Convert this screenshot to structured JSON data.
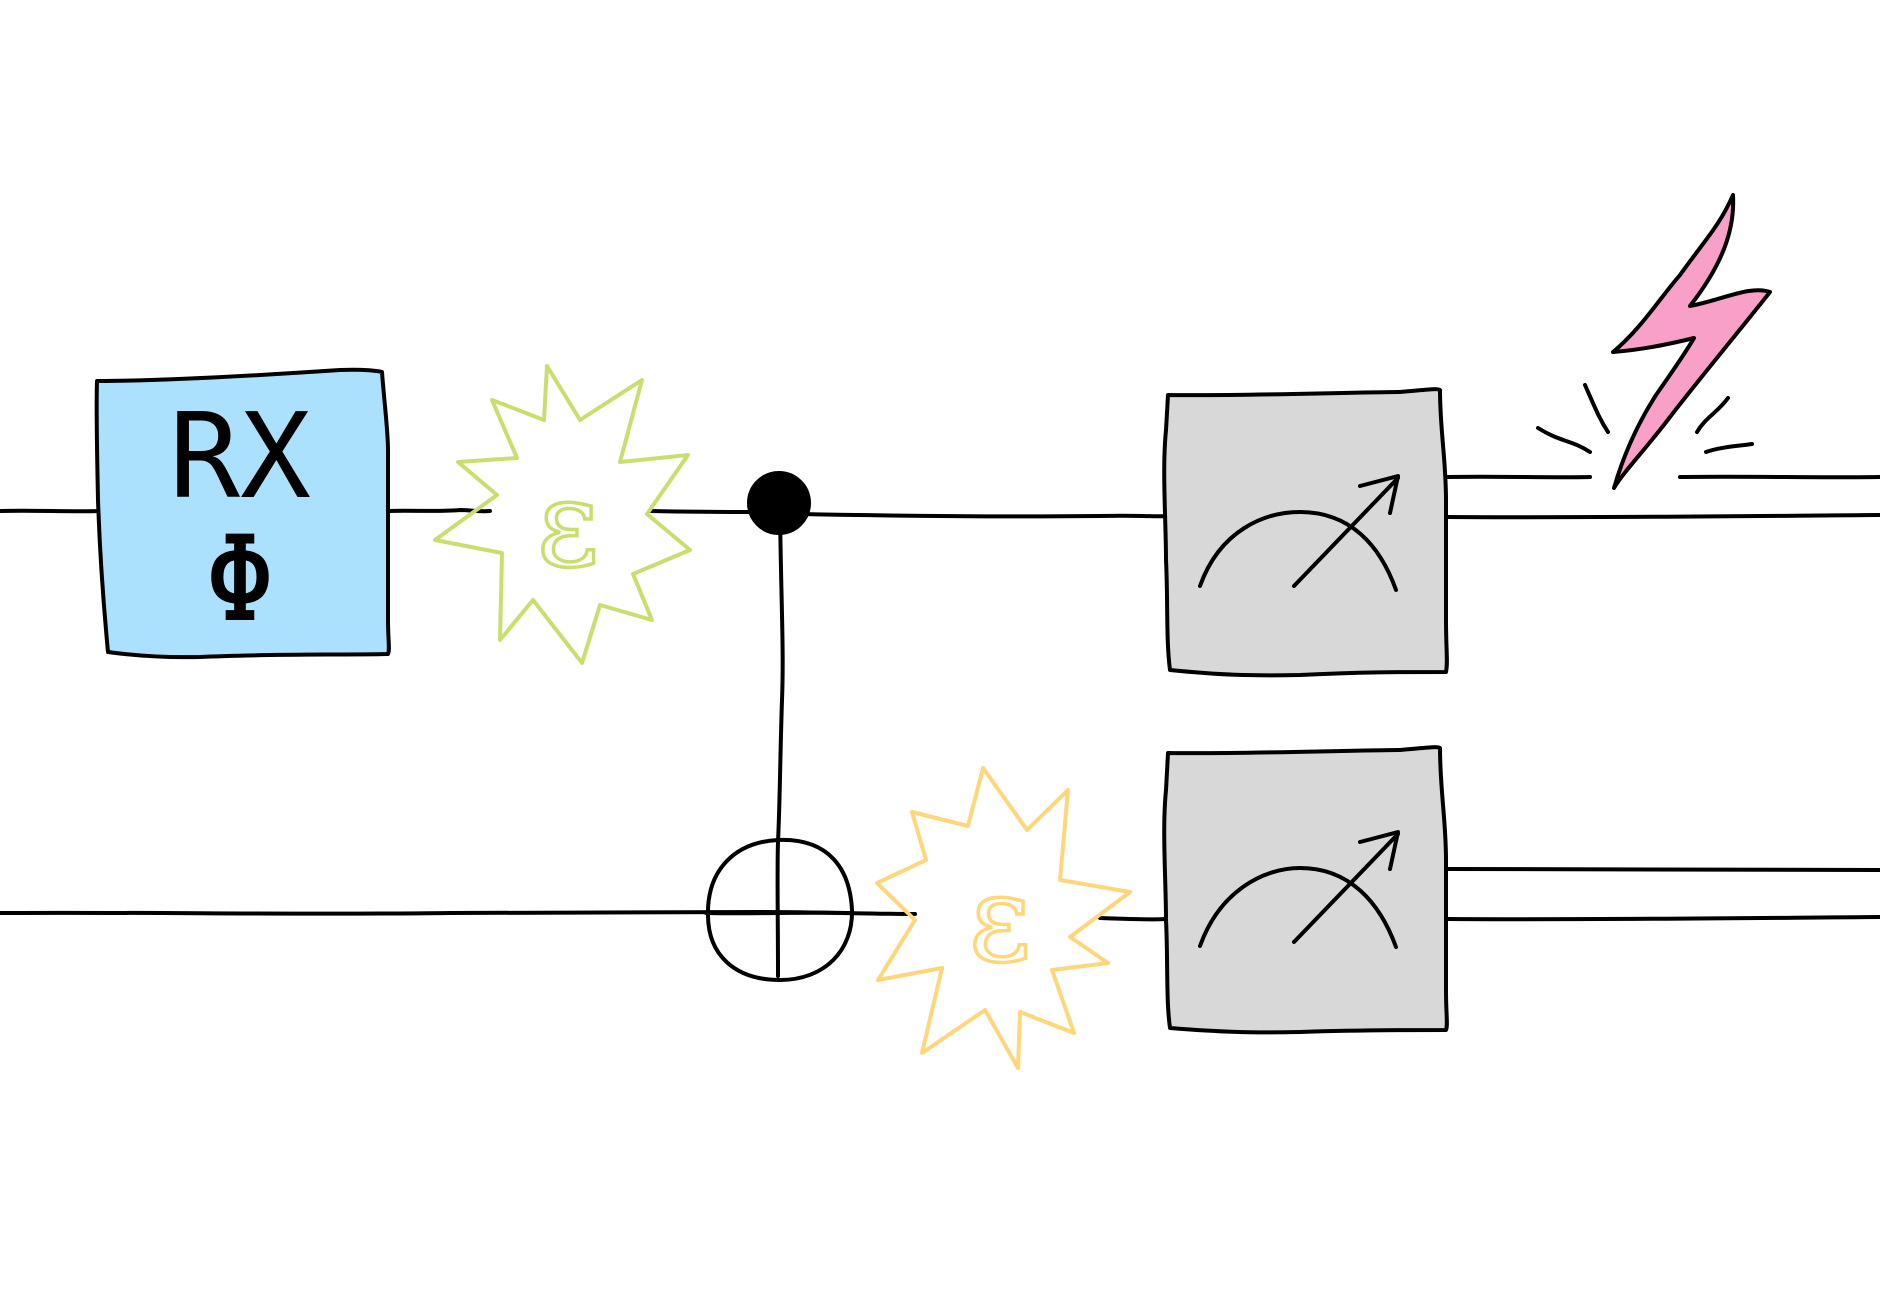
{
  "colors": {
    "wire": "#000000",
    "rx_gate_fill": "#abe1fc",
    "measure_fill": "#d9d8d9",
    "noise_top": "#c8df6e",
    "noise_bottom": "#ffd67a",
    "error_flash": "#f8a0c8"
  },
  "rx_gate": {
    "name": "RX",
    "param": "Φ"
  },
  "noise": {
    "top": {
      "symbol": "ε"
    },
    "bottom": {
      "symbol": "ε"
    }
  },
  "cnot": {
    "control_icon": "filled-dot",
    "target_icon": "circle-plus"
  },
  "measurements": [
    {
      "icon": "meter-arrow-icon"
    },
    {
      "icon": "meter-arrow-icon"
    }
  ],
  "readout_error": {
    "icon": "lightning-bolt-icon"
  }
}
